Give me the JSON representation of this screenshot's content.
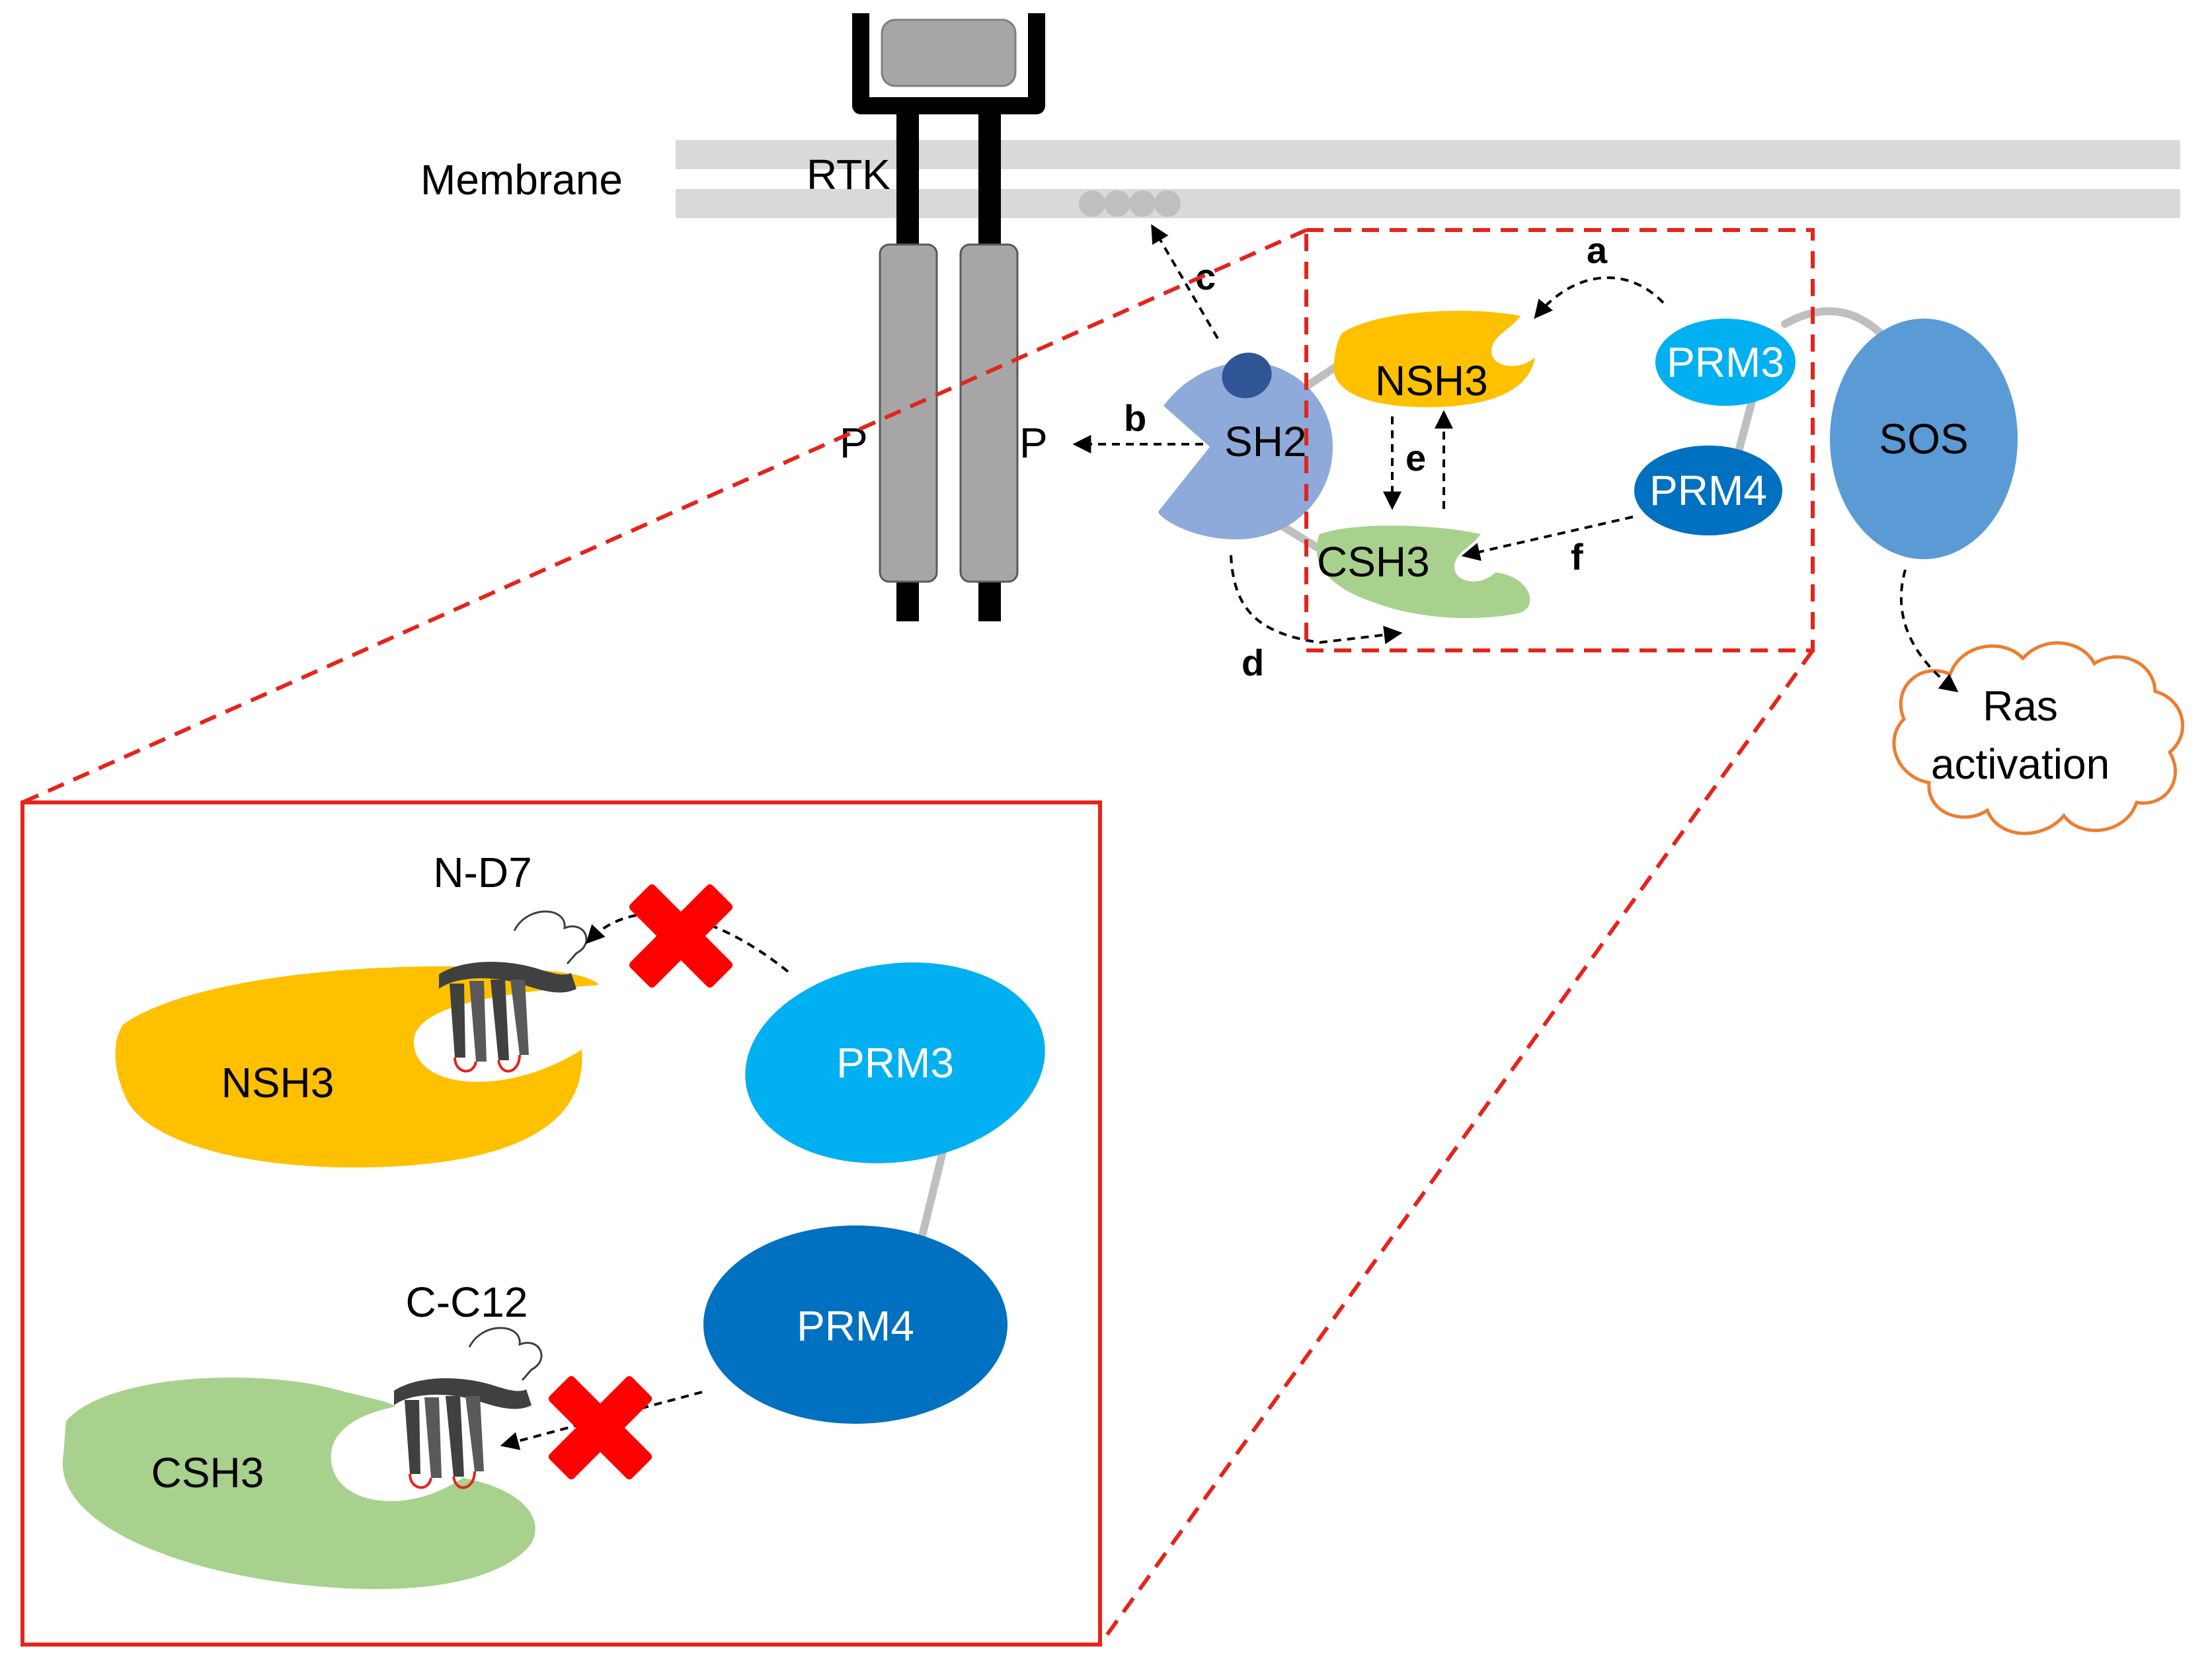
{
  "labels": {
    "membrane": "Membrane",
    "rtk": "RTK",
    "p_left": "P",
    "p_right": "P",
    "sh2": "SH2",
    "nsh3": "NSH3",
    "csh3": "CSH3",
    "prm3": "PRM3",
    "prm4": "PRM4",
    "sos": "SOS",
    "ras_line1": "Ras",
    "ras_line2": "activation"
  },
  "steps": {
    "a": "a",
    "b": "b",
    "c": "c",
    "d": "d",
    "e": "e",
    "f": "f"
  },
  "inset": {
    "nsh3": "NSH3",
    "csh3": "CSH3",
    "prm3": "PRM3",
    "prm4": "PRM4",
    "nd7": "N-D7",
    "cc12": "C-C12"
  },
  "colors": {
    "membrane": "#d9d9d9",
    "receptor_dark": "#000000",
    "receptor_grey": "#a6a6a6",
    "sh2": "#8eaadb",
    "sh2_pocket": "#2f5597",
    "nsh3": "#ffc000",
    "csh3": "#a9d18e",
    "prm3": "#00b0f0",
    "prm4": "#0070c0",
    "sos": "#5b9bd5",
    "ras_cloud": "#ed7d31",
    "zoom_box": "#e3251c",
    "block_cross": "#ff0000"
  },
  "icons": {
    "blocked": "cross-icon",
    "peptide": "beta-sheet-peptide-icon"
  }
}
